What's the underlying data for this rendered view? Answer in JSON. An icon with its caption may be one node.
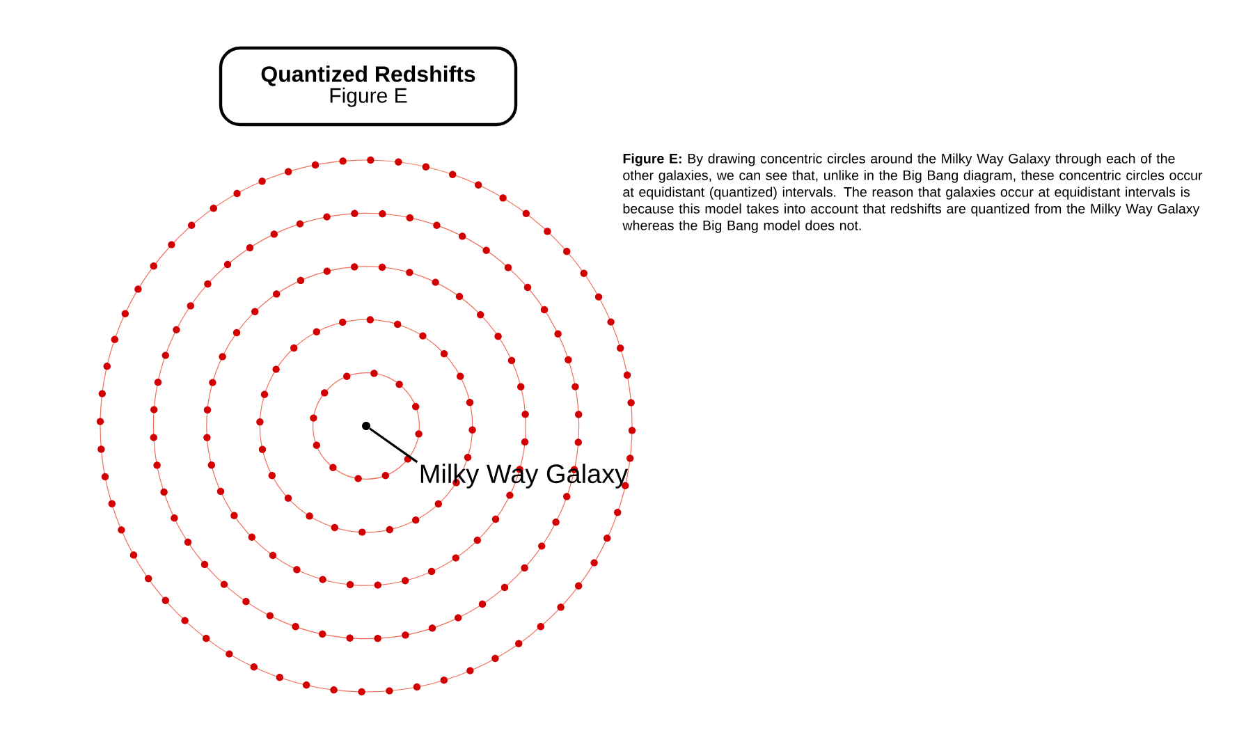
{
  "diagram": {
    "caption": "**Figure E:** By drawing concentric circles around the Milky Way Galaxy through each of the other galaxies, we can see that, unlike in the Big Bang diagram, these concentric circles occur at equidistant (quantized) intervals. The reason that galaxies occur at equidistant intervals is because this model takes into account that redshifts are quantized from the Milky Way Galaxy whereas the Big Bang model does not.",
    "nodes": [
      {
        "text": [
          "Quantized Redshifts",
          "Figure E"
        ]
      },
      {
        "text": [],
        "shape": "circle"
      },
      {
        "text": [
          "Milky Way Galaxy"
        ]
      }
    ],
    "edges": [
      {
        "from": 2,
        "to": 1,
        "arrow": "none"
      }
    ]
  }
}
